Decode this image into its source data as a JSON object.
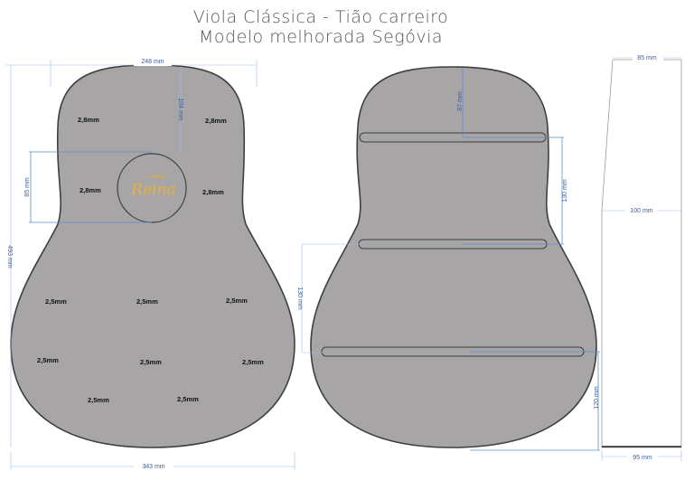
{
  "title": {
    "line1": "Viola Clássica - Tião carreiro",
    "line2": "Modelo melhorada Segóvia"
  },
  "logo": {
    "small": "Luthieria",
    "main": "Reina"
  },
  "top_plate": {
    "dim_width_upper": "248 mm",
    "dim_neck_to_hole": "104 mm",
    "dim_soundhole": "85 mm",
    "dim_length": "493 mm",
    "dim_width_lower": "343 mm",
    "thickness_upper_left": "2,8mm",
    "thickness_upper_right": "2,8mm",
    "thickness_waist_left": "2,8mm",
    "thickness_waist_right": "2,8mm",
    "thickness_lower": [
      "2,5mm",
      "2,5mm",
      "2,5mm",
      "2,5mm",
      "2,5mm",
      "2,5mm",
      "2,5mm",
      "2,5mm"
    ]
  },
  "back_plate": {
    "dim_top_to_brace1": "87 mm",
    "dim_brace1_to_brace2": "130 mm",
    "dim_brace2_to_brace3": "130 mm",
    "dim_brace3_to_bottom": "120 mm"
  },
  "side": {
    "dim_top": "85 mm",
    "dim_middle": "100 mm",
    "dim_bottom": "95 mm"
  },
  "colors": {
    "plate_fill": "#a7a5a6",
    "plate_stroke": "#3f3f3f",
    "logo": "#e3b23c",
    "dimension": "#5b8fd6"
  }
}
